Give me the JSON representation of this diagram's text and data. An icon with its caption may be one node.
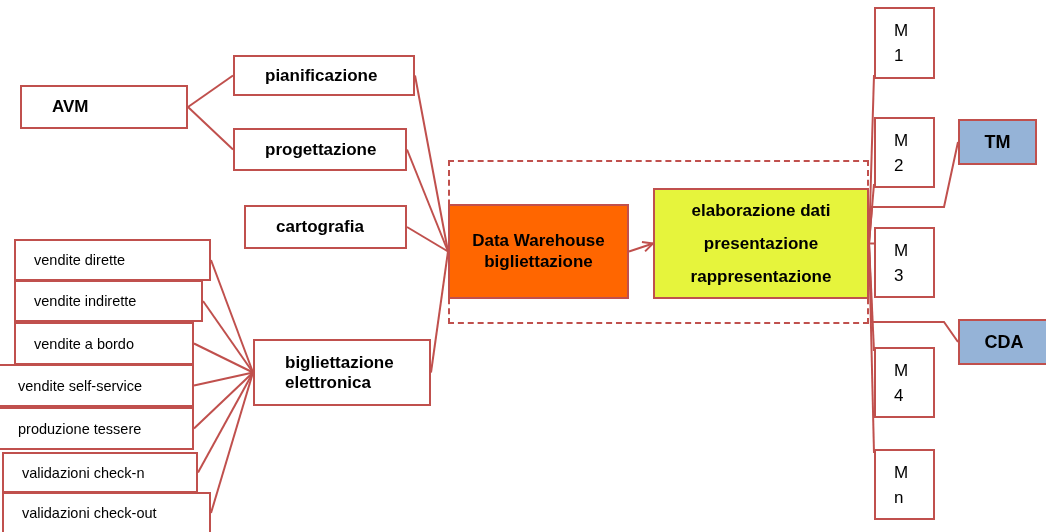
{
  "diagram": {
    "nodes": [
      {
        "text": [
          "AVM"
        ]
      },
      {
        "text": [
          "pianificazione"
        ]
      },
      {
        "text": [
          "progettazione"
        ]
      },
      {
        "text": [
          "cartografia"
        ]
      },
      {
        "text": [],
        "shape": "box"
      },
      {
        "text": [
          "Data Warehouse bigliettazione"
        ],
        "in": 4
      },
      {
        "text": [
          "elaborazione dati presentazione rappresentazione"
        ],
        "in": 4
      },
      {
        "text": [
          "bigliettazione elettronica"
        ]
      },
      {
        "text": [
          "vendite dirette"
        ]
      },
      {
        "text": [
          "vendite indirette"
        ]
      },
      {
        "text": [
          "vendite a bordo"
        ]
      },
      {
        "text": [
          "vendite self-service"
        ]
      },
      {
        "text": [
          "produzione tessere"
        ]
      },
      {
        "text": [
          "validazioni check-n"
        ]
      },
      {
        "text": [
          "validazioni check-out"
        ]
      },
      {
        "text": [
          "M 1"
        ]
      },
      {
        "text": [
          "M 2"
        ]
      },
      {
        "text": [
          "M 3"
        ]
      },
      {
        "text": [
          "M 4"
        ]
      },
      {
        "text": [
          "M n"
        ]
      },
      {
        "text": [
          "TM"
        ]
      },
      {
        "text": [
          "CDA"
        ]
      }
    ],
    "edges": [
      {
        "from": 0,
        "to": 1,
        "arrow": "none"
      },
      {
        "from": 0,
        "to": 2,
        "arrow": "none"
      },
      {
        "from": 1,
        "to": 5,
        "arrow": "none"
      },
      {
        "from": 2,
        "to": 5,
        "arrow": "none"
      },
      {
        "from": 3,
        "to": 5,
        "arrow": "none"
      },
      {
        "from": 7,
        "to": 5,
        "arrow": "none"
      },
      {
        "from": 8,
        "to": 7,
        "arrow": "none"
      },
      {
        "from": 9,
        "to": 7,
        "arrow": "none"
      },
      {
        "from": 10,
        "to": 7,
        "arrow": "none"
      },
      {
        "from": 11,
        "to": 7,
        "arrow": "none"
      },
      {
        "from": 12,
        "to": 7,
        "arrow": "none"
      },
      {
        "from": 13,
        "to": 7,
        "arrow": "none"
      },
      {
        "from": 14,
        "to": 7,
        "arrow": "none"
      },
      {
        "from": 5,
        "to": 6,
        "arrow": "to"
      },
      {
        "from": 6,
        "to": 15,
        "arrow": "none"
      },
      {
        "from": 6,
        "to": 16,
        "arrow": "none"
      },
      {
        "from": 6,
        "to": 17,
        "arrow": "none"
      },
      {
        "from": 6,
        "to": 18,
        "arrow": "none"
      },
      {
        "from": 6,
        "to": 19,
        "arrow": "none"
      },
      {
        "from": 6,
        "to": 20,
        "arrow": "none"
      },
      {
        "from": 6,
        "to": 21,
        "arrow": "none"
      }
    ]
  }
}
